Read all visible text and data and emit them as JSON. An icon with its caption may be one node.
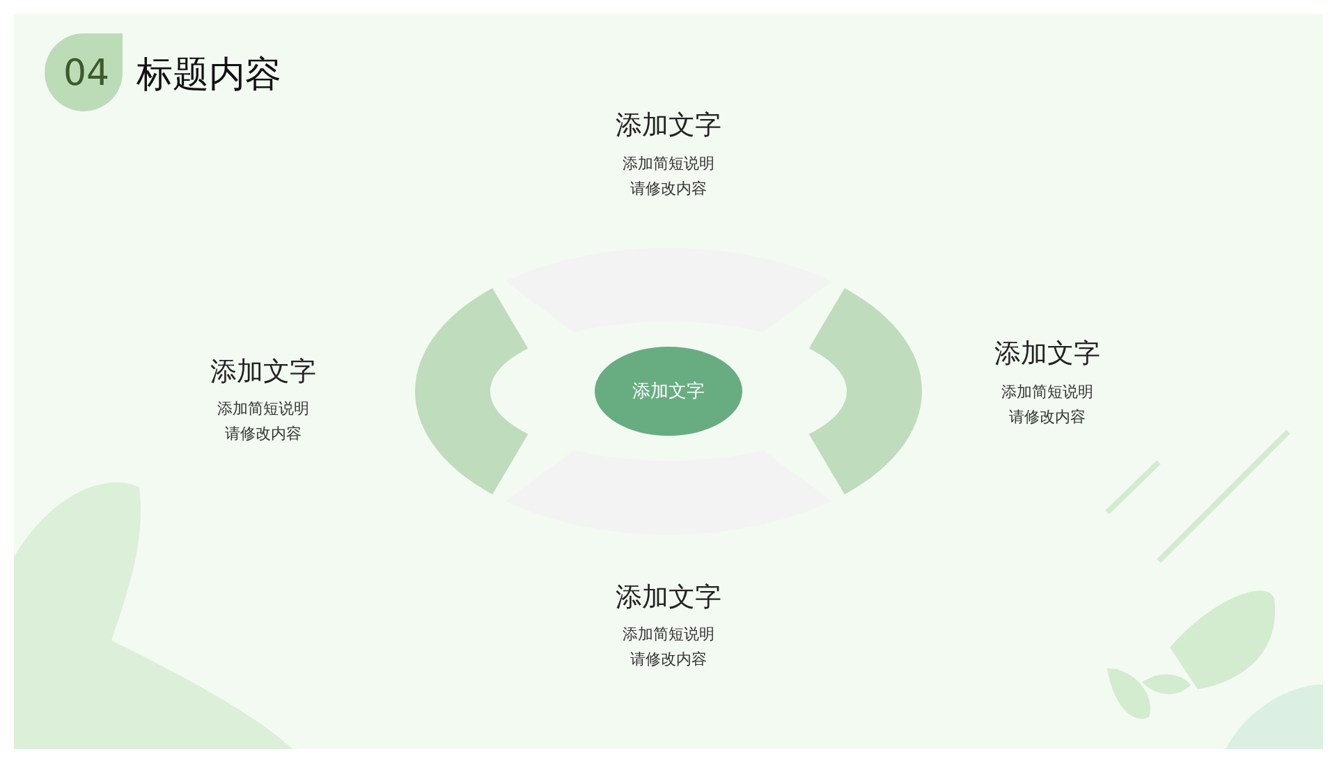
{
  "diagram": {
    "title": "标题内容",
    "nodes": [
      {
        "text": [
          "添加文字"
        ]
      }
    ],
    "labels": [
      "04",
      "添加文字",
      "添加简短说明请修改内容",
      "添加文字",
      "添加简短说明请修改内容",
      "添加文字",
      "添加简短说明请修改内容",
      "添加文字",
      "添加简短说明请修改内容"
    ]
  }
}
